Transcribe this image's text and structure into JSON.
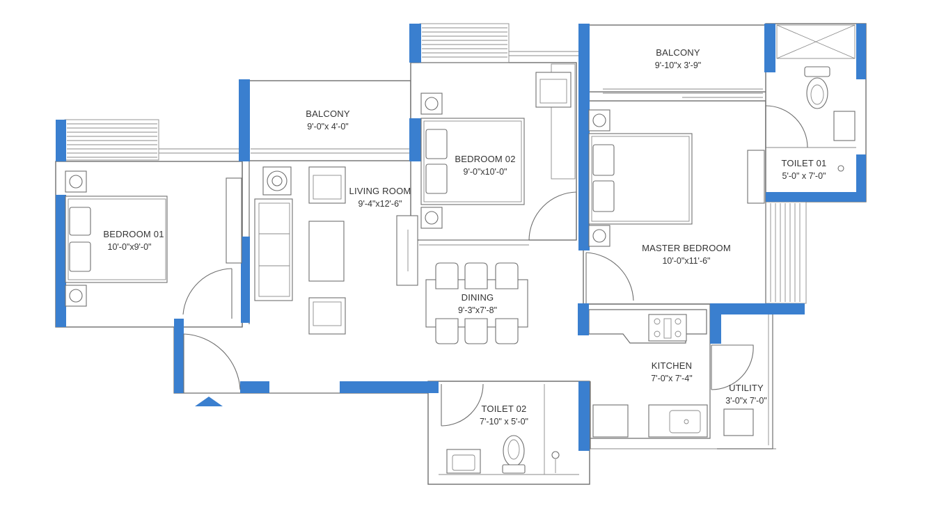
{
  "colors": {
    "window_blue": "#3a7fcf",
    "wall_line": "#6e6e6e",
    "background": "#ffffff"
  },
  "rooms": {
    "balcony_left": {
      "name": "BALCONY",
      "size": "9'-0\"x 4'-0\""
    },
    "balcony_right": {
      "name": "BALCONY",
      "size": "9'-10\"x 3'-9\""
    },
    "bedroom_01": {
      "name": "BEDROOM 01",
      "size": "10'-0\"x9'-0\""
    },
    "bedroom_02": {
      "name": "BEDROOM 02",
      "size": "9'-0\"x10'-0\""
    },
    "living_room": {
      "name": "LIVING ROOM",
      "size": "9'-4\"x12'-6\""
    },
    "dining": {
      "name": "DINING",
      "size": "9'-3\"x7'-8\""
    },
    "master_bedroom": {
      "name": "MASTER BEDROOM",
      "size": "10'-0\"x11'-6\""
    },
    "toilet_01": {
      "name": "TOILET 01",
      "size": "5'-0\" x 7'-0\""
    },
    "toilet_02": {
      "name": "TOILET 02",
      "size": "7'-10\" x 5'-0\""
    },
    "kitchen": {
      "name": "KITCHEN",
      "size": "7'-0\"x 7'-4\""
    },
    "utility": {
      "name": "UTILITY",
      "size": "3'-0\"x 7'-0\""
    }
  },
  "icons": {
    "entry": "entry-arrow-icon",
    "bed": "bed-icon",
    "sofa": "sofa-icon",
    "wc": "wc-icon"
  }
}
